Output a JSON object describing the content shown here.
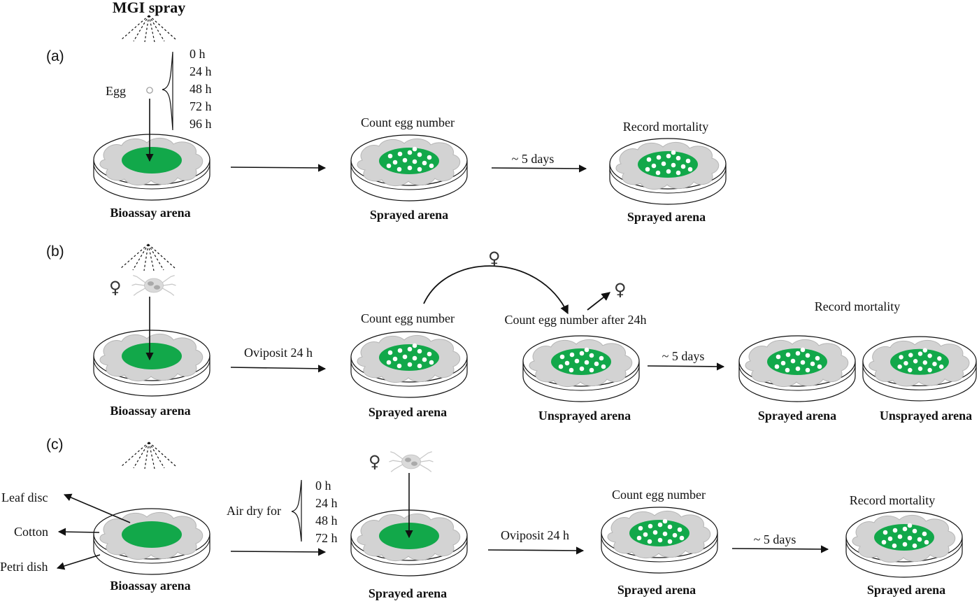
{
  "colors": {
    "leaf": "#12a84a",
    "cotton": "#d3d3d3",
    "egg_dots": "#ffffff",
    "dish_outline": "#111111"
  },
  "header": {
    "spray_title": "MGI spray"
  },
  "panel_a": {
    "label": "(a)",
    "egg_label": "Egg",
    "timings": [
      "0 h",
      "24 h",
      "48 h",
      "72 h",
      "96 h"
    ],
    "step1_caption": "Bioassay arena",
    "step2_title": "Count egg number",
    "step2_caption": "Sprayed arena",
    "arrow2_label": "~ 5 days",
    "step3_title": "Record mortality",
    "step3_caption": "Sprayed arena"
  },
  "panel_b": {
    "label": "(b)",
    "female_symbol": "♀",
    "step1_caption": "Bioassay arena",
    "arrow1_label": "Oviposit 24 h",
    "step2_title": "Count egg number",
    "step2_caption": "Sprayed arena",
    "step3_title": "Count egg number after 24h",
    "step3_caption": "Unsprayed arena",
    "arrow3_label": "~ 5 days",
    "step4_title": "Record mortality",
    "step4_caption_left": "Sprayed arena",
    "step4_caption_right": "Unsprayed arena"
  },
  "panel_c": {
    "label": "(c)",
    "female_symbol": "♀",
    "leaf_disc_label": "Leaf disc",
    "cotton_label": "Cotton",
    "petri_dish_label": "Petri dish",
    "step1_caption": "Bioassay arena",
    "air_dry_label": "Air dry for",
    "timings": [
      "0 h",
      "24 h",
      "48 h",
      "72 h"
    ],
    "step2_caption": "Sprayed arena",
    "arrow2_label": "Oviposit 24 h",
    "step3_title": "Count egg number",
    "step3_caption": "Sprayed arena",
    "arrow3_label": "~ 5 days",
    "step4_title": "Record mortality",
    "step4_caption": "Sprayed arena"
  }
}
